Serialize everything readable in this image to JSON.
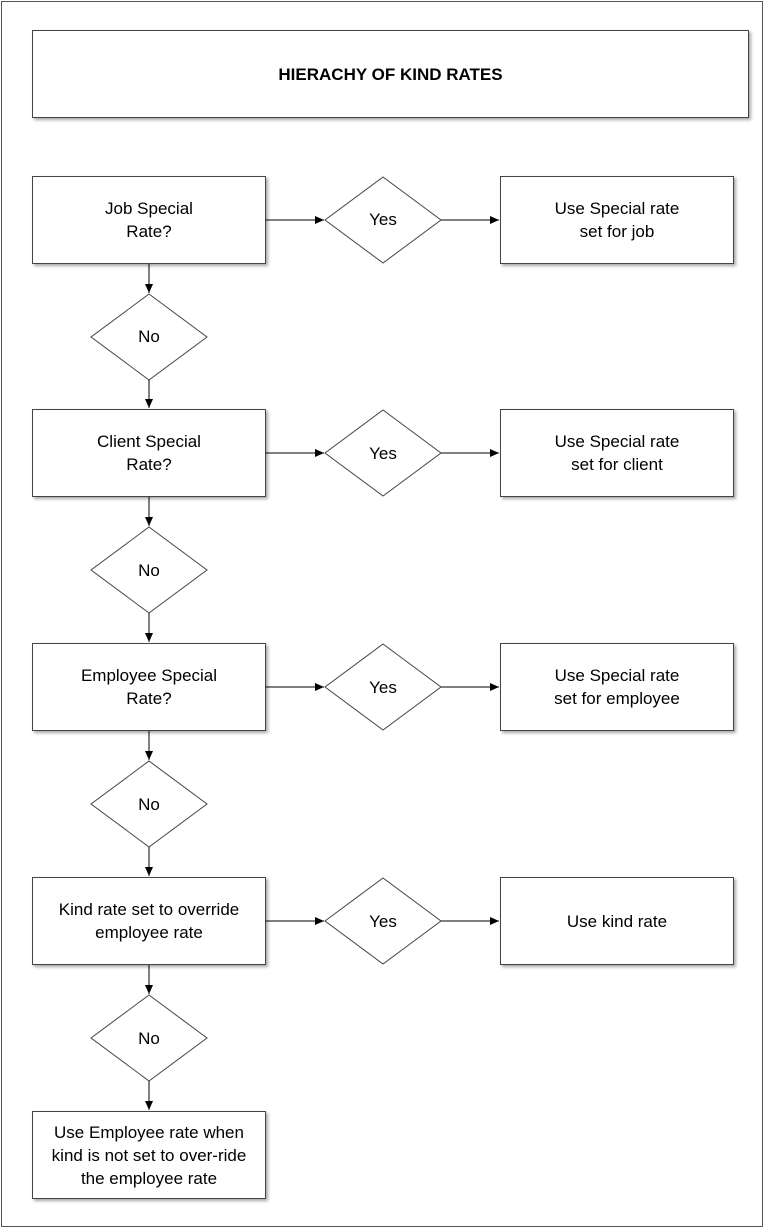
{
  "title": "HIERACHY OF KIND RATES",
  "steps": [
    {
      "question": "Job Special\nRate?",
      "yes_label": "Yes",
      "yes_result": "Use Special rate\nset for job",
      "no_label": "No"
    },
    {
      "question": "Client Special\nRate?",
      "yes_label": "Yes",
      "yes_result": "Use Special rate\nset for client",
      "no_label": "No"
    },
    {
      "question": "Employee Special\nRate?",
      "yes_label": "Yes",
      "yes_result": "Use Special rate\nset for employee",
      "no_label": "No"
    },
    {
      "question": "Kind rate set to override\nemployee rate",
      "yes_label": "Yes",
      "yes_result": "Use kind rate",
      "no_label": "No"
    }
  ],
  "final": "Use Employee rate when\nkind is not set to over-ride\nthe employee rate"
}
